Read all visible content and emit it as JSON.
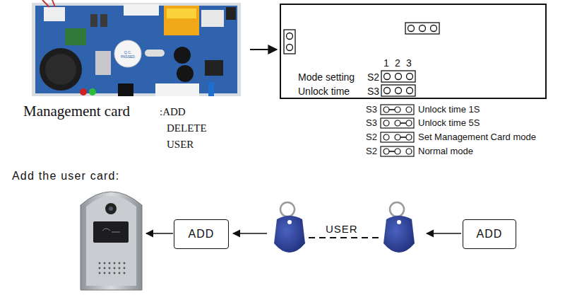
{
  "diagram": {
    "nodes": [
      {
        "text": [
          "1",
          "2",
          "3",
          "Mode setting",
          "S2",
          "Unlock time",
          "S3"
        ]
      },
      {
        "text": [
          "ADD"
        ]
      },
      {
        "text": [
          "ADD"
        ]
      }
    ],
    "labels": [
      "Q.C. PASSED",
      "Management card",
      ":ADD",
      "DELETE",
      "USER",
      "S3",
      "S3",
      "S2",
      "S2",
      "Add the user card:",
      "USER"
    ],
    "legend": [
      {
        "text": "Unlock time 1S"
      },
      {
        "text": "Unlock time 5S"
      },
      {
        "text": "Set Management Card mode"
      },
      {
        "text": "Normal mode"
      }
    ]
  }
}
